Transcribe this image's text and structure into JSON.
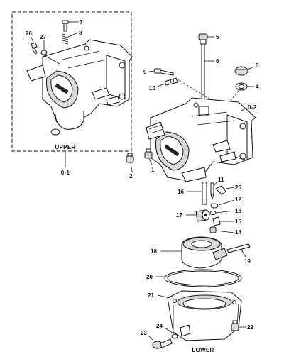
{
  "captions": {
    "upper": "UPPER",
    "lower": "LOWER",
    "upper_ref": "0-1",
    "assembly_ref": "0-2"
  },
  "callouts": [
    "1",
    "2",
    "3",
    "4",
    "5",
    "6",
    "7",
    "8",
    "9",
    "10",
    "11",
    "12",
    "13",
    "14",
    "15",
    "16",
    "17",
    "18",
    "19",
    "20",
    "21",
    "22",
    "23",
    "24",
    "25",
    "26",
    "27"
  ]
}
